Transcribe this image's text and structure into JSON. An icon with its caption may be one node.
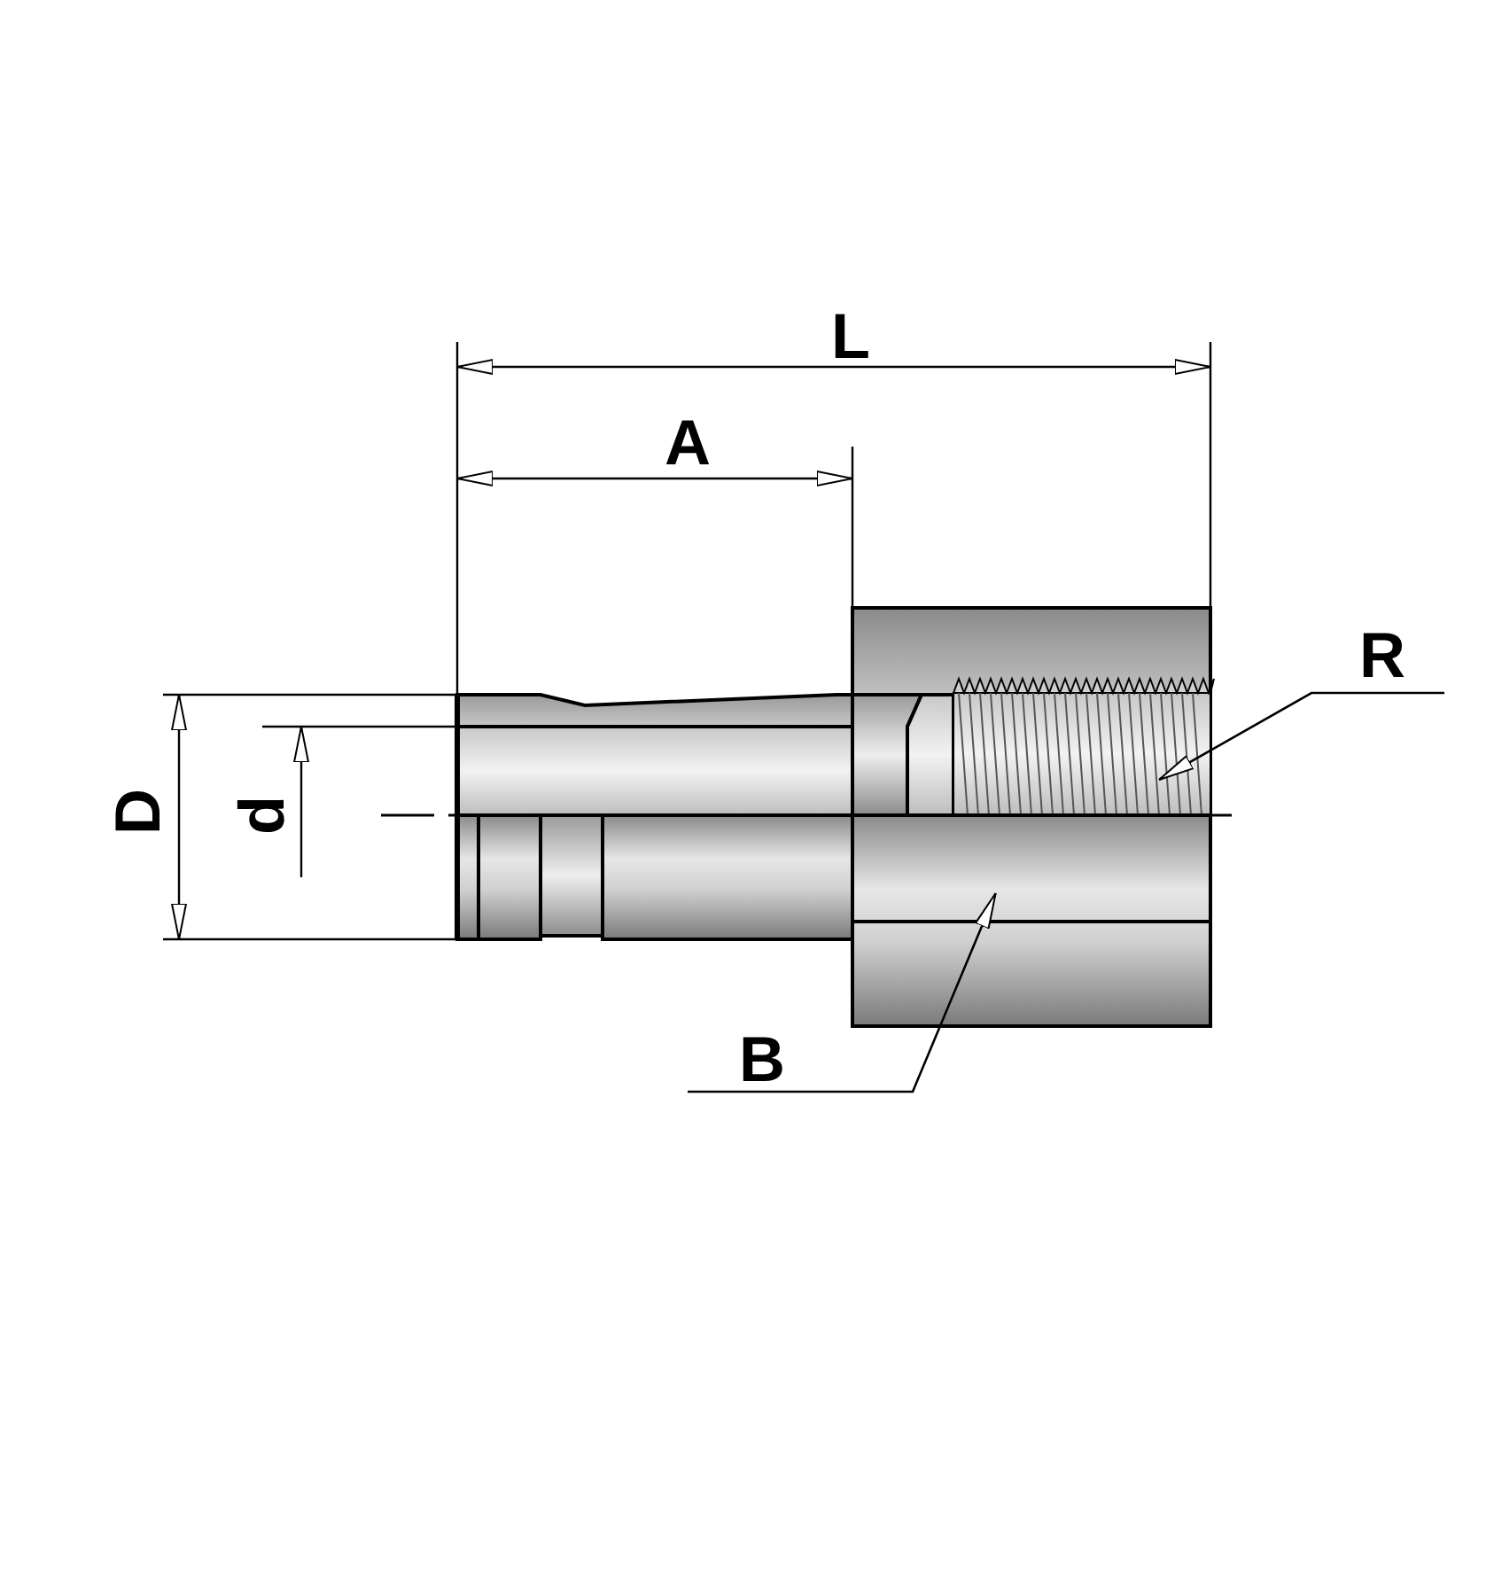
{
  "diagram": {
    "nodes": [
      {
        "text": [
          "R"
        ]
      },
      {
        "text": [],
        "shape": "picture"
      },
      {
        "text": [
          "B"
        ]
      },
      {
        "text": [],
        "shape": "picture"
      }
    ],
    "edges": [
      {
        "from": 0,
        "to": 1,
        "arrow": "to"
      },
      {
        "from": 2,
        "to": 3,
        "arrow": "to"
      }
    ],
    "labels": [
      "L",
      "A",
      "D",
      "d"
    ]
  }
}
